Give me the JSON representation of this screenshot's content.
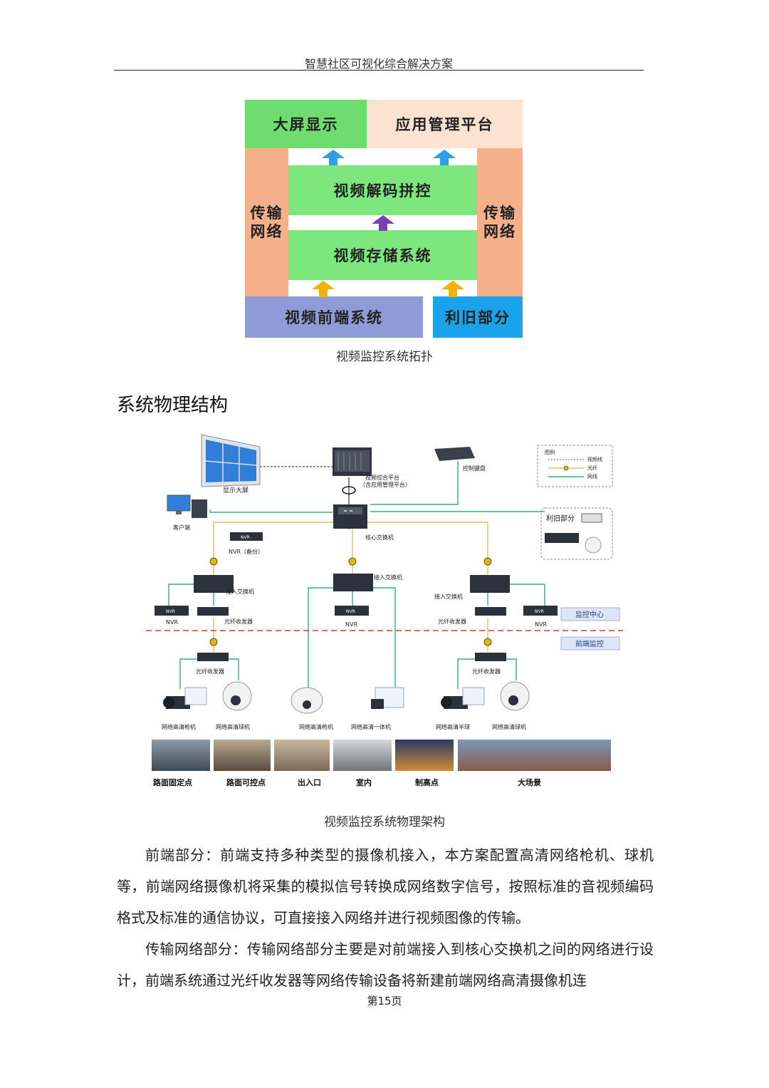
{
  "header": {
    "title": "智慧社区可视化综合解决方案"
  },
  "topology": {
    "big_screen": "大屏显示",
    "app_platform": "应用管理平台",
    "transport_left": "传输网络",
    "transport_right": "传输网络",
    "decode": "视频解码拼控",
    "storage": "视频存储系统",
    "frontend": "视频前端系统",
    "legacy": "利旧部分",
    "caption": "视频监控系统拓扑"
  },
  "section": {
    "title": "系统物理结构"
  },
  "physical": {
    "display_wall": "显示大屏",
    "platform_line1": "视频综合平台",
    "platform_line2": "（含应用管理平台）",
    "keyboard": "控制键盘",
    "client": "客户端",
    "core_switch": "核心交换机",
    "nvr_backup_icon": "NVR",
    "nvr_backup": "NVR（备份）",
    "legend_title": "图例",
    "legend_video": "视频线",
    "legend_fiber": "光纤",
    "legend_net": "网线",
    "legacy_title": "利旧部分",
    "access_left": "接入交换机",
    "access_mid": "接入交换机",
    "access_right": "接入交换机",
    "nvr_icon": "NVR",
    "nvr_l": "NVR",
    "nvr_m": "NVR",
    "nvr_r": "NVR",
    "tx_left": "光纤收发器",
    "tx_right": "光纤收发器",
    "monitor_center": "监控中心",
    "frontend_monitor": "前端监控",
    "tx_left_bottom": "光纤收发器",
    "tx_right_bottom": "光纤收发器",
    "cam1": "网络高清枪机",
    "cam2": "网络高清球机",
    "cam3": "网络高清枪机",
    "cam4": "网络高清一体机",
    "cam5": "网络高清半球",
    "cam6": "网络高清球机",
    "scene1": "路面固定点",
    "scene2": "路面可控点",
    "scene3": "出入口",
    "scene4": "室内",
    "scene5": "制高点",
    "scene6": "大场景",
    "caption": "视频监控系统物理架构"
  },
  "paragraphs": {
    "p1": "前端部分：前端支持多种类型的摄像机接入，本方案配置高清网络枪机、球机等，前端网络摄像机将采集的模拟信号转换成网络数字信号，按照标准的音视频编码格式及标准的通信协议，可直接接入网络并进行视频图像的传输。",
    "p2": "传输网络部分：传输网络部分主要是对前端接入到核心交换机之间的网络进行设计，前端系统通过光纤收发器等网络传输设备将新建前端网络高清摄像机连"
  },
  "footer": {
    "page": "第15页"
  }
}
